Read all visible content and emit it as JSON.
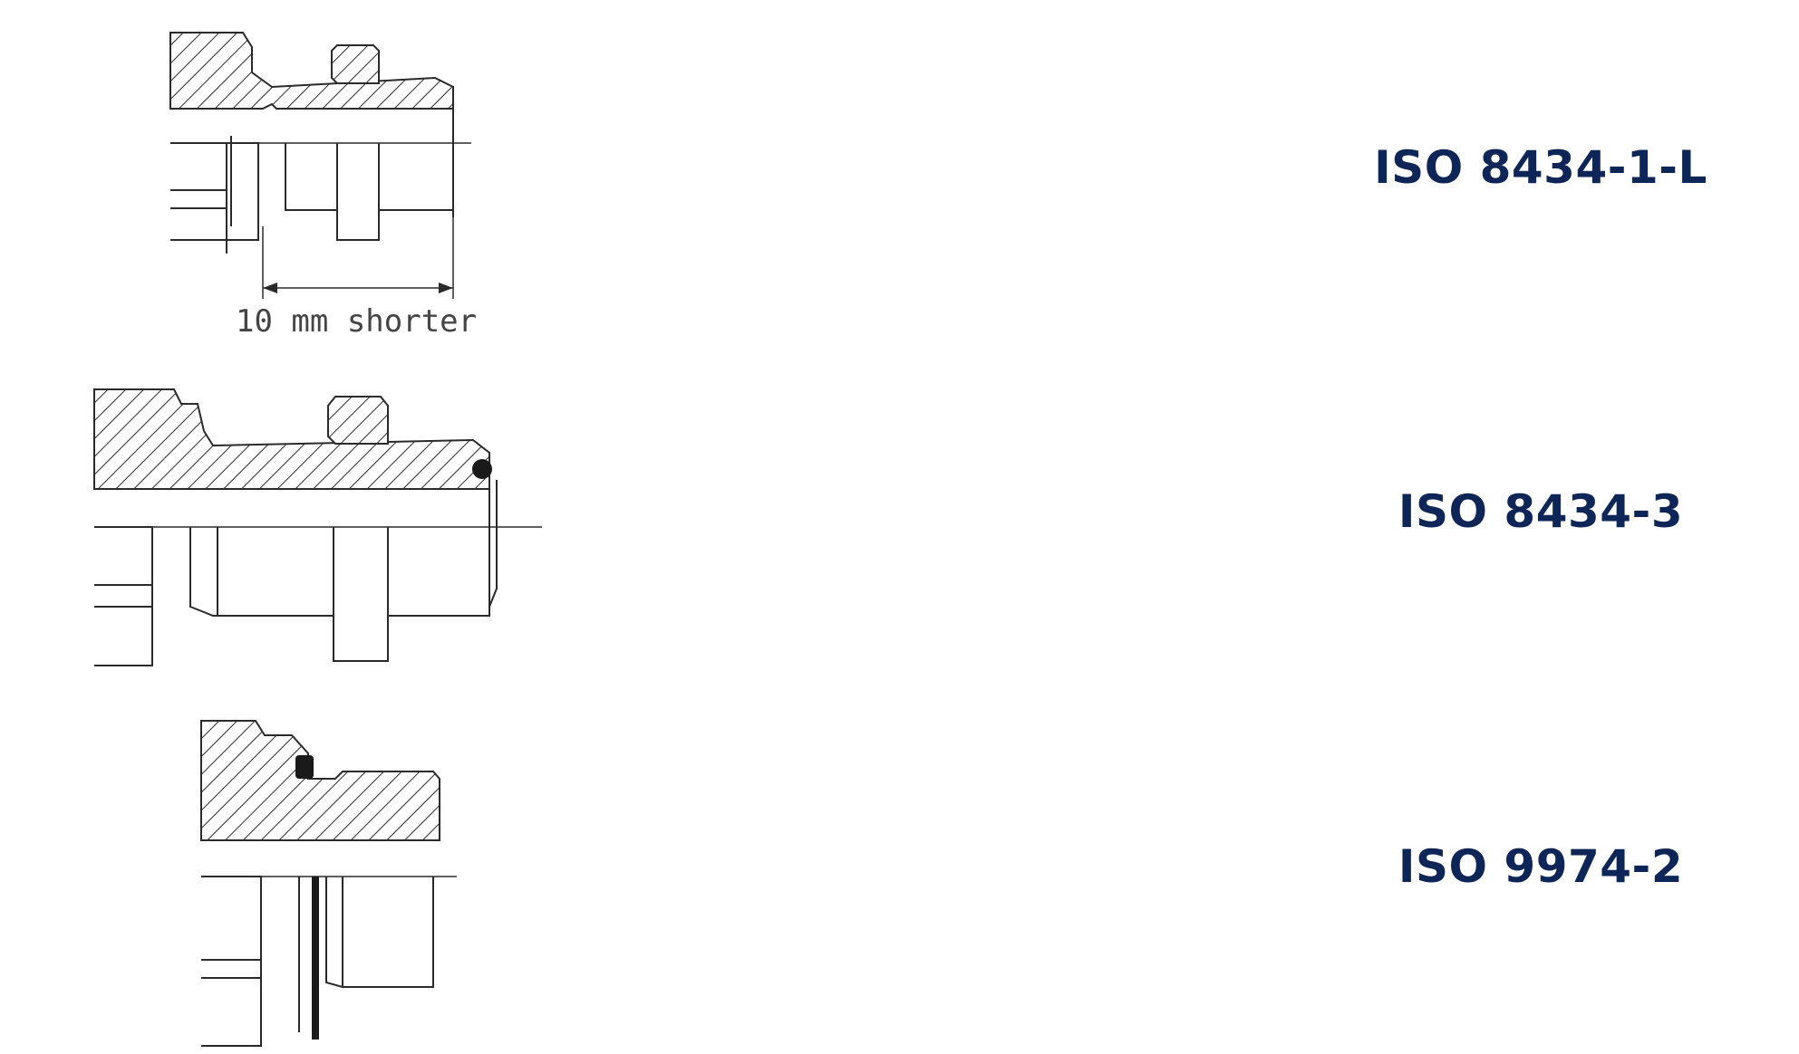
{
  "colors": {
    "label": "#0d2557",
    "line": "#2a2a2a",
    "background": "#ffffff"
  },
  "fittings": [
    {
      "label": "ISO 8434-1-L",
      "dimension_note": "10 mm shorter"
    },
    {
      "label": "ISO 8434-3",
      "dimension_note": ""
    },
    {
      "label": "ISO 9974-2",
      "dimension_note": ""
    }
  ]
}
